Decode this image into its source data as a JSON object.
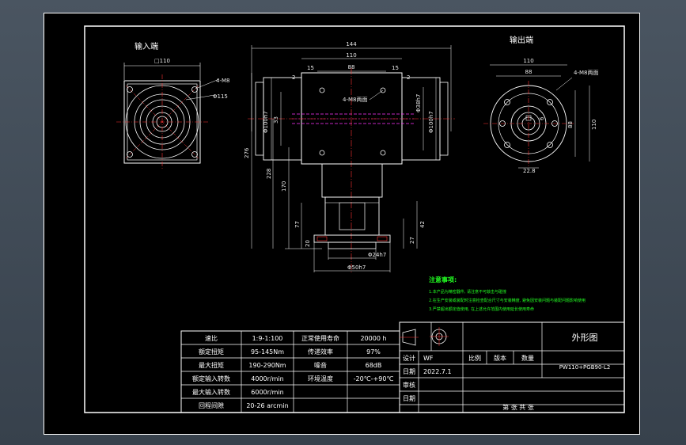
{
  "views": {
    "input_title": "输入端",
    "output_title": "输出端"
  },
  "input_view": {
    "dim_square": "□110",
    "dim_holes": "4-M8",
    "dim_pcd": "Φ115"
  },
  "front_view": {
    "dim_total_width": "144",
    "dim_110": "110",
    "dim_88": "88",
    "dim_15_left": "15",
    "dim_15_right": "15",
    "dim_2_left": "2",
    "dim_2_right": "2",
    "dim_4m8_both": "4-M8两面",
    "dim_left_dia": "Φ100h7",
    "dim_33": "33",
    "dim_right_dia1": "Φ38h7",
    "dim_right_dia2": "Φ100h7",
    "dim_276": "276",
    "dim_228": "228",
    "dim_170": "170",
    "dim_77": "77",
    "dim_20": "20",
    "dim_27": "27",
    "dim_42": "42",
    "dim_bot_dia1": "Φ24h7",
    "dim_bot_dia2": "Φ50h7"
  },
  "output_view": {
    "dim_110": "110",
    "dim_88": "88",
    "dim_holes": "4-M8两面",
    "dim_6": "6",
    "dim_88_v": "88",
    "dim_110_v": "110",
    "dim_22": "22.8"
  },
  "notes": {
    "title": "注意事项:",
    "line1": "1.本产品为精密器件, 请注意不可敲击与碰撞",
    "line2": "2.在生产安装或装配时注意检查配合尺寸与安装精度, 避免因安装问题与装配问题影响使用",
    "line3": "3.严禁超出额定值使用, 在上述允许范围内使用延长使用寿命"
  },
  "spec_table": {
    "rows": [
      [
        "速比",
        "1:9-1:100",
        "正常使用寿命",
        "20000 h"
      ],
      [
        "额定扭矩",
        "95-145Nm",
        "传递效率",
        "97%"
      ],
      [
        "最大扭矩",
        "190-290Nm",
        "噪音",
        "68dB"
      ],
      [
        "额定输入转数",
        "4000r/min",
        "环境温度",
        "-20℃-+90℃"
      ],
      [
        "最大输入转数",
        "6000r/min",
        "",
        ""
      ],
      [
        "回程间隙",
        "20-26 arcmin",
        "",
        ""
      ]
    ]
  },
  "title_block": {
    "drawing_title": "外形图",
    "model": "PW110+PGB90-L2",
    "design_label": "设计",
    "design_value": "WF",
    "scale_label": "比例",
    "version_label": "版本",
    "qty_label": "数量",
    "date_label": "日期",
    "date_value": "2022.7.1",
    "review_label": "审核",
    "date2_label": "日期",
    "sheet_text": "第  张  共  张"
  }
}
